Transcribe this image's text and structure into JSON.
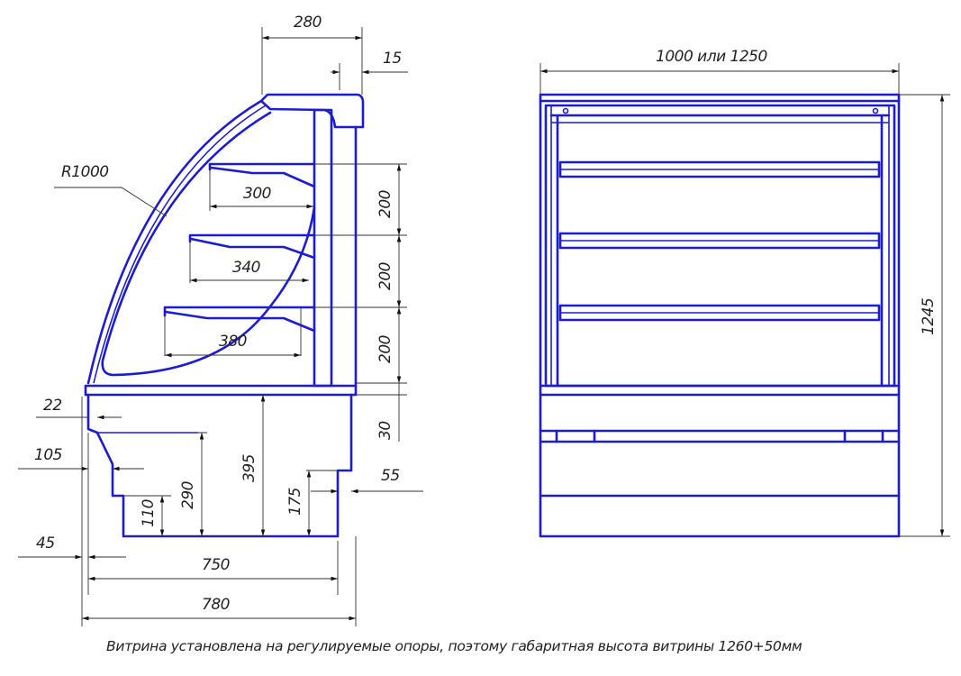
{
  "side_view": {
    "radius_label": "R1000",
    "dims": {
      "top_depth": "280",
      "cap_offset": "15",
      "shelf1_depth": "300",
      "shelf2_depth": "340",
      "shelf3_depth": "380",
      "shelf_gap_1": "200",
      "shelf_gap_2": "200",
      "shelf_gap_3": "200",
      "base_thickness": "30",
      "front_step": "22",
      "front_recess": "105",
      "recess_height": "110",
      "lower_height": "290",
      "body_height": "395",
      "rear_step_height": "175",
      "rear_step": "55",
      "front_offset": "45",
      "depth_inner": "750",
      "depth_total": "780"
    }
  },
  "front_view": {
    "dims": {
      "width": "1000 или 1250",
      "height": "1245"
    }
  },
  "caption": "Витрина установлена на регулируемые опоры, поэтому габаритная высота витрины 1260+50мм",
  "colors": {
    "outline": "#1c1cd4",
    "dimension": "#333333"
  }
}
